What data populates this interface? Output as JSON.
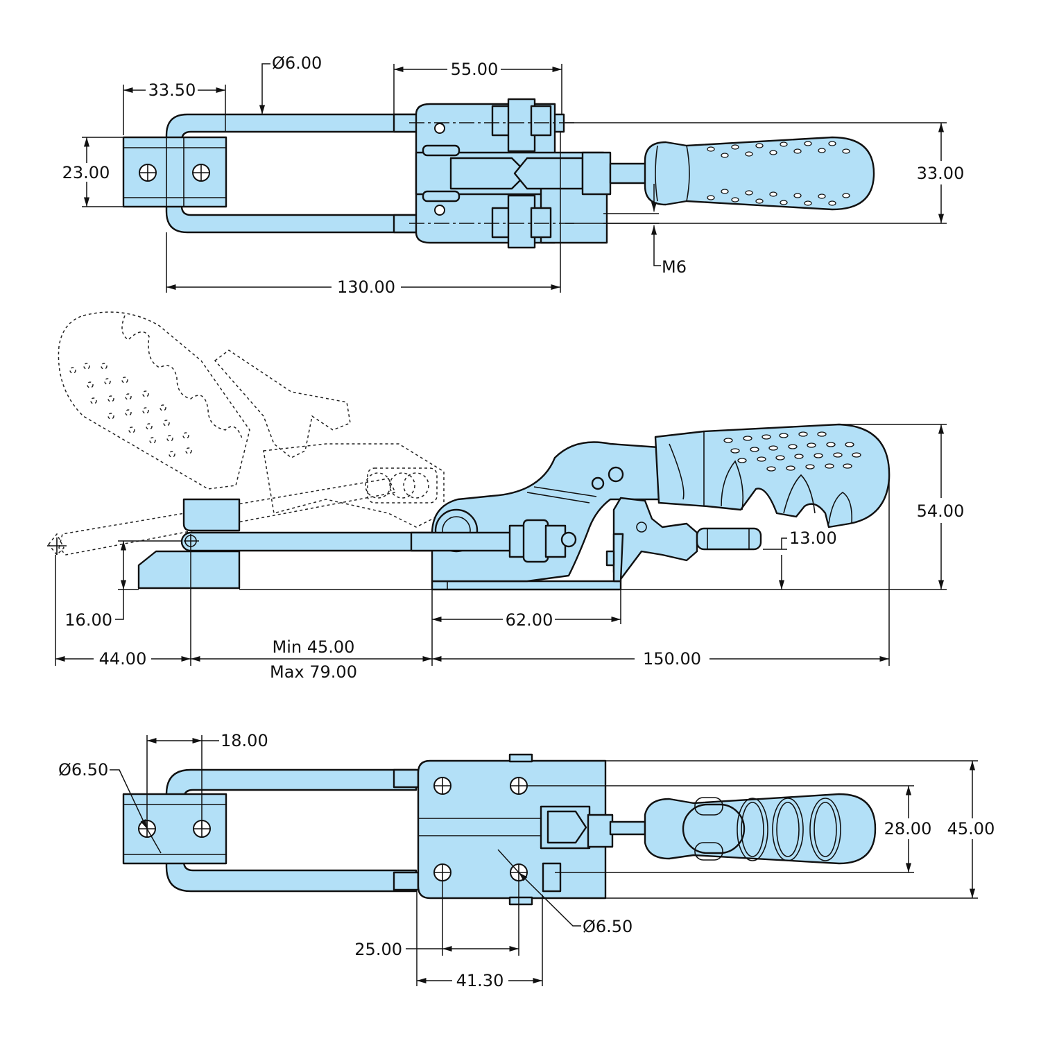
{
  "colors": {
    "part_fill": "#b3e0f7",
    "line": "#111111",
    "background": "#ffffff"
  },
  "top_view": {
    "dims": {
      "d_33_50": "33.50",
      "d_phi_6_00": "Ø6.00",
      "d_55_00": "55.00",
      "d_23_00": "23.00",
      "d_33_00": "33.00",
      "d_m6": "M6",
      "d_130_00": "130.00"
    }
  },
  "side_view": {
    "dims": {
      "d_54_00": "54.00",
      "d_13_00": "13.00",
      "d_16_00": "16.00",
      "d_62_00": "62.00",
      "d_44_00": "44.00",
      "d_min": "Min 45.00",
      "d_max": "Max 79.00",
      "d_150_00": "150.00"
    }
  },
  "bottom_view": {
    "dims": {
      "d_18_00": "18.00",
      "d_phi_6_50_left": "Ø6.50",
      "d_28_00": "28.00",
      "d_45_00": "45.00",
      "d_phi_6_50_right": "Ø6.50",
      "d_25_00": "25.00",
      "d_41_30": "41.30"
    }
  }
}
